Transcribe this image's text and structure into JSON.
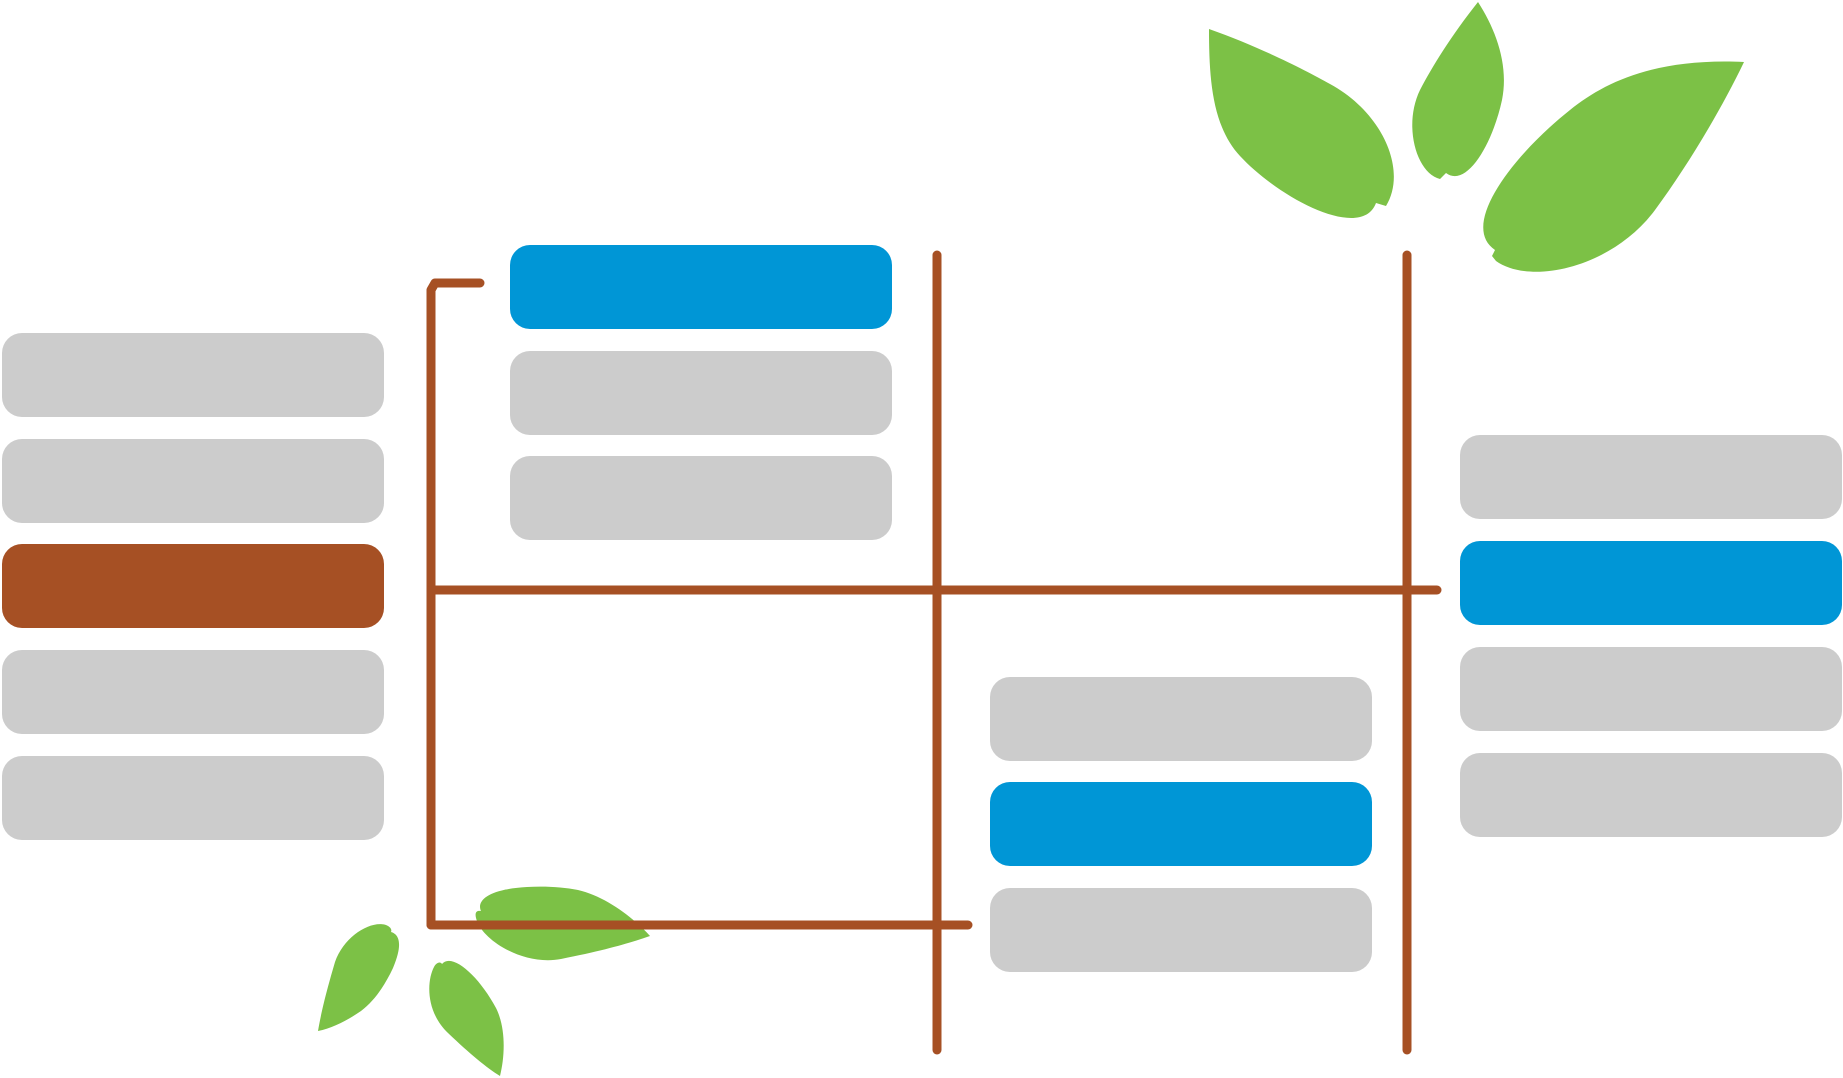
{
  "colors": {
    "background": "#ffffff",
    "slot_empty": "#cccccc",
    "slot_highlight": "#0096d6",
    "slot_source": "#a65024",
    "bracket_line": "#a65024",
    "leaf": "#7cc146"
  },
  "diagram": {
    "type": "tournament-bracket",
    "text_labels": [],
    "decoration": "leaves",
    "columns": [
      {
        "name": "left",
        "slots": [
          {
            "state": "empty"
          },
          {
            "state": "empty"
          },
          {
            "state": "source"
          },
          {
            "state": "empty"
          },
          {
            "state": "empty"
          }
        ]
      },
      {
        "name": "upper-middle",
        "slots": [
          {
            "state": "highlight"
          },
          {
            "state": "empty"
          },
          {
            "state": "empty"
          }
        ]
      },
      {
        "name": "lower-middle",
        "slots": [
          {
            "state": "empty"
          },
          {
            "state": "highlight"
          },
          {
            "state": "empty"
          }
        ]
      },
      {
        "name": "right",
        "slots": [
          {
            "state": "empty"
          },
          {
            "state": "highlight"
          },
          {
            "state": "empty"
          },
          {
            "state": "empty"
          }
        ]
      }
    ]
  }
}
